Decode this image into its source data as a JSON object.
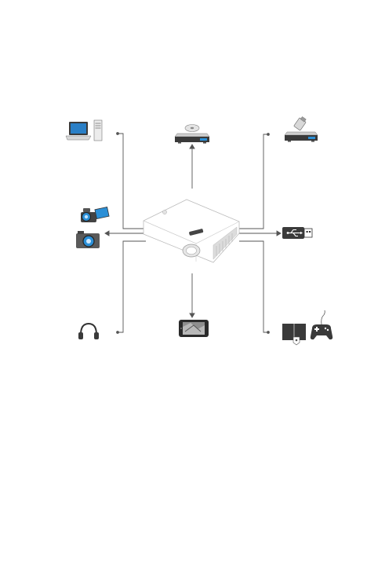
{
  "diagram": {
    "center_device": {
      "name_icon": "projector-icon"
    },
    "connections": [
      {
        "id": "pc",
        "icons": [
          "laptop-icon",
          "desktop-tower-icon"
        ],
        "position": "top-left"
      },
      {
        "id": "dvd",
        "icons": [
          "dvd-player-icon"
        ],
        "position": "top"
      },
      {
        "id": "hdmi-device",
        "icons": [
          "set-top-box-icon"
        ],
        "position": "top-right"
      },
      {
        "id": "av-cam",
        "icons": [
          "camcorder-icon",
          "digital-camera-icon"
        ],
        "position": "left"
      },
      {
        "id": "usb",
        "icons": [
          "usb-drive-icon"
        ],
        "position": "right"
      },
      {
        "id": "audio",
        "icons": [
          "headphones-icon"
        ],
        "position": "bottom-left"
      },
      {
        "id": "mobile",
        "icons": [
          "smartphone-icon"
        ],
        "position": "bottom"
      },
      {
        "id": "mhl-game",
        "icons": [
          "tablet-device-icon",
          "game-controller-icon"
        ],
        "position": "bottom-right"
      }
    ],
    "colors": {
      "line": "#555555",
      "device_dark": "#3a3a3a",
      "device_screen": "#1e6fb5",
      "accent_blue": "#2b8fd6",
      "projector_body": "#ffffff",
      "projector_edge": "#bbbbbb"
    }
  }
}
